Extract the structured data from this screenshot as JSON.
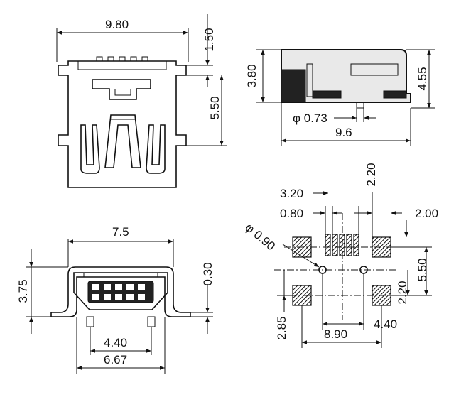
{
  "top_view": {
    "width_label": "9.80",
    "height_label": "1.50",
    "slot_label": "5.50"
  },
  "side_view": {
    "height_label": "3.80",
    "height2_label": "4.55",
    "pin_dia_label": "φ 0.73",
    "length_label": "9.6"
  },
  "front_view": {
    "width_label": "7.5",
    "height_label": "3.75",
    "offset_label": "0.30",
    "post_spacing_label": "4.40",
    "foot_width_label": "6.67"
  },
  "footprint": {
    "label_320": "3.20",
    "label_220_top": "2.20",
    "label_080": "0.80",
    "label_200": "2.00",
    "hole_dia_label": "φ 0.90",
    "label_550": "5.50",
    "label_220_right": "2.20",
    "label_285": "2.85",
    "label_890": "8.90",
    "label_440": "4.40"
  }
}
